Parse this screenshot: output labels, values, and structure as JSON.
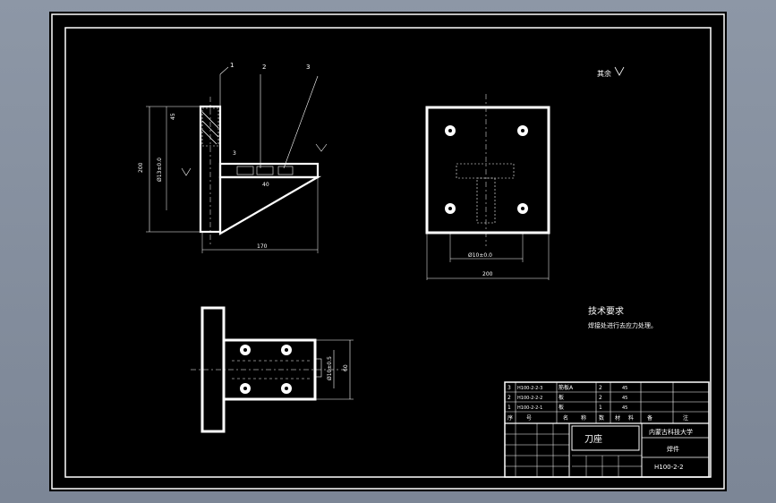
{
  "colors": {
    "background": "#8c96a5",
    "canvas": "#000000",
    "stroke": "#ffffff"
  },
  "callouts": {
    "c1": "1",
    "c2": "2",
    "c3": "3"
  },
  "surface_note": "其余",
  "dims": {
    "front_height": "200",
    "front_flange": "45",
    "front_hole_spacing": "Ø13±0.0",
    "front_width": "170",
    "front_stiffener": "40",
    "front_gusset": "3",
    "top_hole_spacing": "Ø10±0.0",
    "top_width": "200",
    "side_hole_spacing": "Ø10±0.5",
    "side_height": "60"
  },
  "tech_req": {
    "title": "技术要求",
    "line1": "焊接处进行去应力处理。"
  },
  "title_block": {
    "part_rows": [
      {
        "no": "3",
        "code": "H100-2-2-3",
        "name": "筋板A",
        "qty": "2",
        "mat": "45"
      },
      {
        "no": "2",
        "code": "H100-2-2-2",
        "name": "板",
        "qty": "2",
        "mat": "45"
      },
      {
        "no": "1",
        "code": "H100-2-2-1",
        "name": "板",
        "qty": "1",
        "mat": "45"
      }
    ],
    "header": [
      "序",
      "号",
      "名",
      "称",
      "数",
      "材",
      "料",
      "备",
      "注"
    ],
    "drawing_name": "刀座",
    "school": "内蒙古科技大学",
    "unit": "焊件",
    "drawing_no": "H100-2-2"
  }
}
